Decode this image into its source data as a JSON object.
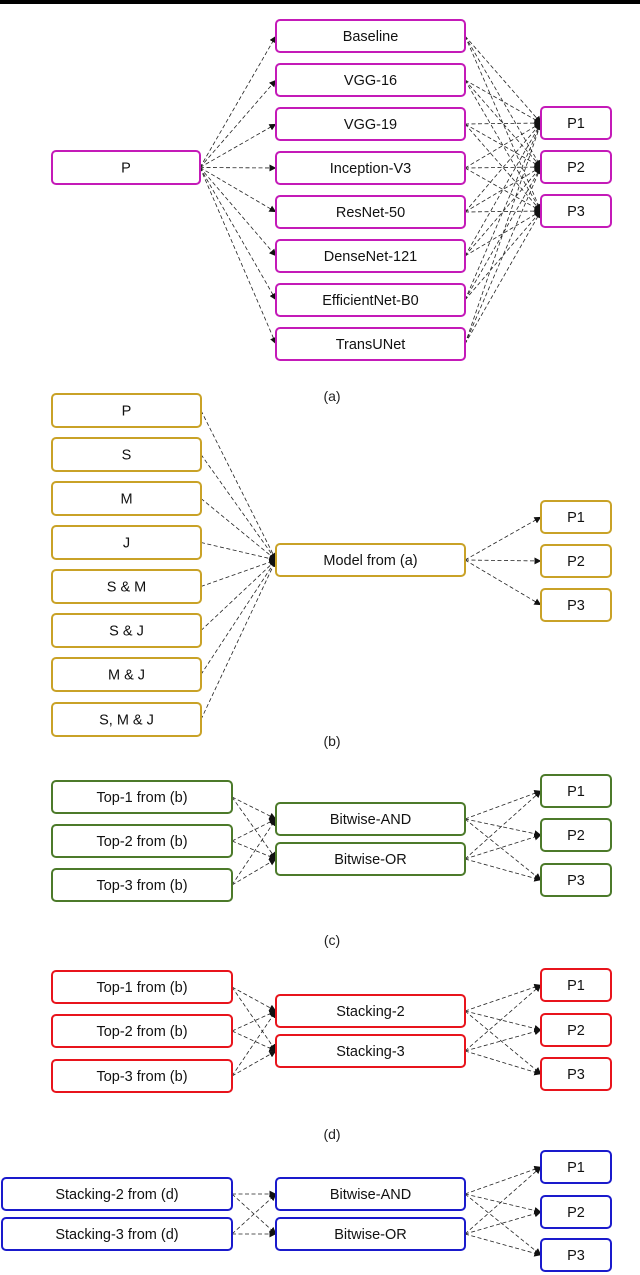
{
  "colors": {
    "a": "#c41ab8",
    "b": "#c9a227",
    "c": "#4c7a2a",
    "d": "#e8141c",
    "e": "#1a1acc"
  },
  "panels": {
    "a": {
      "caption": "(a)",
      "source": [
        "P"
      ],
      "models": [
        "Baseline",
        "VGG-16",
        "VGG-19",
        "Inception-V3",
        "ResNet-50",
        "DenseNet-121",
        "EfficientNet-B0",
        "TransUNet"
      ],
      "outputs": [
        "P1",
        "P2",
        "P3"
      ]
    },
    "b": {
      "caption": "(b)",
      "inputs": [
        "P",
        "S",
        "M",
        "J",
        "S & M",
        "S & J",
        "M & J",
        "S, M & J"
      ],
      "model": "Model from (a)",
      "outputs": [
        "P1",
        "P2",
        "P3"
      ]
    },
    "c": {
      "caption": "(c)",
      "inputs": [
        "Top-1 from (b)",
        "Top-2 from (b)",
        "Top-3 from (b)"
      ],
      "ops": [
        "Bitwise-AND",
        "Bitwise-OR"
      ],
      "outputs": [
        "P1",
        "P2",
        "P3"
      ]
    },
    "d": {
      "caption": "(d)",
      "inputs": [
        "Top-1 from (b)",
        "Top-2 from (b)",
        "Top-3 from (b)"
      ],
      "ops": [
        "Stacking-2",
        "Stacking-3"
      ],
      "outputs": [
        "P1",
        "P2",
        "P3"
      ]
    },
    "e": {
      "inputs": [
        "Stacking-2 from (d)",
        "Stacking-3 from (d)"
      ],
      "ops": [
        "Bitwise-AND",
        "Bitwise-OR"
      ],
      "outputs": [
        "P1",
        "P2",
        "P3"
      ]
    }
  }
}
